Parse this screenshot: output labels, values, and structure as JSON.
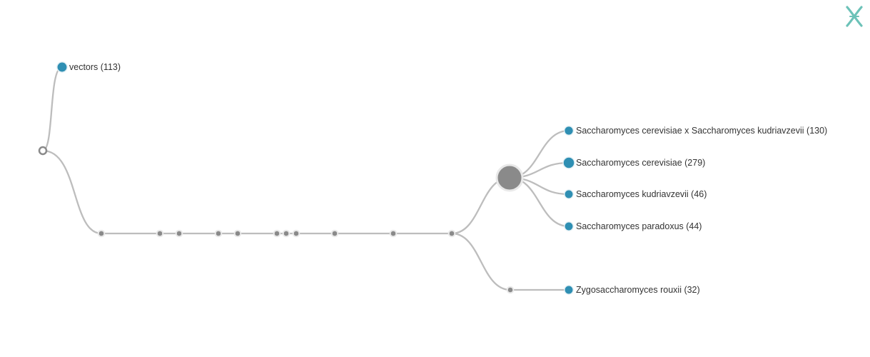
{
  "colors": {
    "link": "#bdbdbd",
    "inner_node": "#8a8a8a",
    "inner_node_stroke": "#e9e9e9",
    "leaf_node": "#2f8fb3",
    "root_fill": "#ffffff",
    "root_stroke": "#8a8a8a",
    "logo": "#6cc2b8",
    "label": "#333333"
  },
  "tree": {
    "leaves": [
      {
        "label": "vectors (113)",
        "count": 113
      },
      {
        "label": "Saccharomyces cerevisiae x Saccharomyces kudriavzevii (130)",
        "count": 130
      },
      {
        "label": "Saccharomyces cerevisiae (279)",
        "count": 279
      },
      {
        "label": "Saccharomyces kudriavzevii (46)",
        "count": 46
      },
      {
        "label": "Saccharomyces paradoxus (44)",
        "count": 44
      },
      {
        "label": "Zygosaccharomyces rouxii (32)",
        "count": 32
      }
    ]
  },
  "logo": {
    "icon": "crossed-helix-logo-icon"
  }
}
